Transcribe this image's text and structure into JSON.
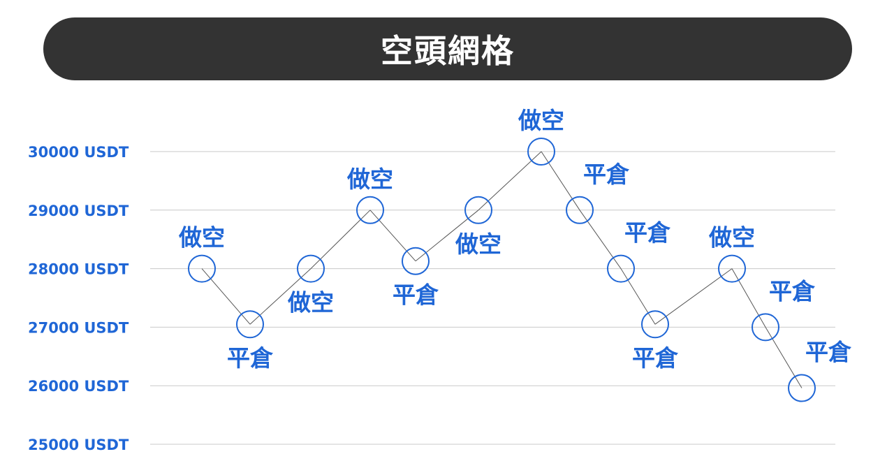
{
  "title": "空頭網格",
  "colors": {
    "title_bg": "#333333",
    "title_text": "#ffffff",
    "accent": "#1f66d6",
    "grid": "#c8c8c8",
    "line": "#555555"
  },
  "chart_data": {
    "type": "line",
    "title": "空頭網格",
    "ylim": [
      25000,
      30000
    ],
    "y_ticks": [
      {
        "value": 30000,
        "label": "30000 USDT"
      },
      {
        "value": 29000,
        "label": "29000 USDT"
      },
      {
        "value": 28000,
        "label": "28000 USDT"
      },
      {
        "value": 27000,
        "label": "27000 USDT"
      },
      {
        "value": 26000,
        "label": "26000 USDT"
      },
      {
        "value": 25000,
        "label": "25000 USDT"
      }
    ],
    "grid": true,
    "x": [
      1,
      2,
      3,
      4,
      5,
      6,
      7,
      8,
      9,
      10,
      11,
      12,
      13,
      14
    ],
    "values": [
      28000,
      27050,
      28000,
      29000,
      28130,
      29000,
      30000,
      29000,
      28000,
      27050,
      28000,
      27000,
      25960,
      null
    ],
    "points": [
      {
        "x": 1,
        "y": 28000,
        "label": "做空",
        "label_pos": "above"
      },
      {
        "x": 2,
        "y": 27050,
        "label": "平倉",
        "label_pos": "below"
      },
      {
        "x": 3,
        "y": 28000,
        "label": "做空",
        "label_pos": "below"
      },
      {
        "x": 4,
        "y": 29000,
        "label": "做空",
        "label_pos": "above"
      },
      {
        "x": 5,
        "y": 28130,
        "label": "平倉",
        "label_pos": "below"
      },
      {
        "x": 6,
        "y": 29000,
        "label": "做空",
        "label_pos": "below"
      },
      {
        "x": 7,
        "y": 30000,
        "label": "做空",
        "label_pos": "above"
      },
      {
        "x": 8,
        "y": 29000,
        "label": "平倉",
        "label_pos": "above-right"
      },
      {
        "x": 9,
        "y": 28000,
        "label": "平倉",
        "label_pos": "above-right"
      },
      {
        "x": 10,
        "y": 27050,
        "label": "平倉",
        "label_pos": "below"
      },
      {
        "x": 11,
        "y": 28000,
        "label": "做空",
        "label_pos": "above"
      },
      {
        "x": 12,
        "y": 27000,
        "label": "平倉",
        "label_pos": "above-right"
      },
      {
        "x": 13,
        "y": 25960,
        "label": "平倉",
        "label_pos": "above-right"
      }
    ]
  }
}
